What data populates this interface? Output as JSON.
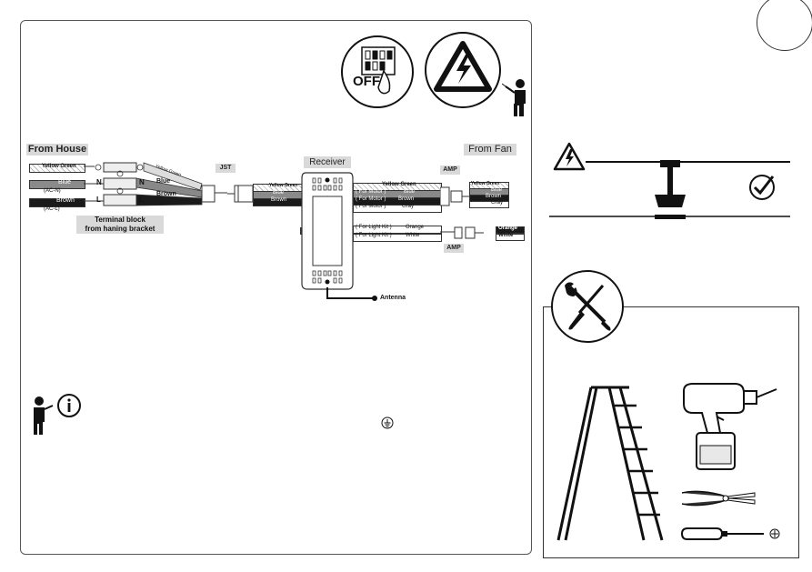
{
  "left_panel": {
    "from_house": "From House",
    "terminal_block": "Terminal block\nfrom haning bracket",
    "terminal_line1": "Terminal block",
    "terminal_line2": "from haning bracket",
    "house_wires": [
      {
        "label": "Yellow Green",
        "sub": ""
      },
      {
        "label": "Blue",
        "sub": "(AC-N)"
      },
      {
        "label": "Brown",
        "sub": "(AC-L)"
      }
    ],
    "terminal_letters": [
      "N",
      "N",
      "L",
      "L"
    ],
    "terminal_out_labels": [
      "Yellow Green",
      "Blue",
      "Brown"
    ],
    "jst": "JST",
    "jst_wires": [
      "Yellow Green",
      "Blue",
      "Brown"
    ],
    "receiver": "Receiver",
    "receiver_motor_wires": [
      {
        "left": "( For Motor )",
        "right": "Blue"
      },
      {
        "left": "( For Motor )",
        "right": "Brown"
      },
      {
        "left": "( For Motor )",
        "right": "Gray"
      }
    ],
    "receiver_top_wire": "Yellow Green",
    "receiver_light_wires": [
      {
        "left": "( For Light Kit )",
        "right": "Orange"
      },
      {
        "left": "( For Light Kit )",
        "right": "White"
      }
    ],
    "amp_top": "AMP",
    "amp_bottom": "AMP",
    "from_fan": "From Fan",
    "fan_wires": [
      "Yellow Green",
      "Blue",
      "Brown",
      "Gray"
    ],
    "fan_light_wires": [
      "Orange",
      "White"
    ],
    "antenna": "Antenna",
    "off_label": "OFF"
  },
  "colors": {
    "label_bg": "#d9d9d9",
    "blue_wire": "#8a8a8a",
    "brown_wire": "#1a1a1a",
    "border": "#333333"
  }
}
